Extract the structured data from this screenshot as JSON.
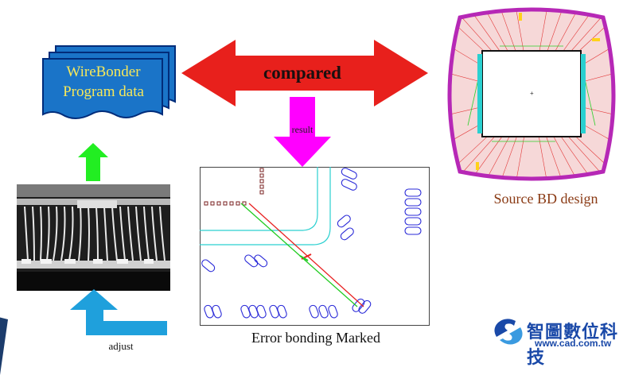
{
  "document": {
    "lines": [
      "WireBonder",
      "Program data"
    ]
  },
  "compare_arrow": {
    "label": "compared"
  },
  "result_arrow": {
    "label": "result"
  },
  "source_design": {
    "caption": "Source BD design"
  },
  "error_panel": {
    "caption": "Error bonding Marked"
  },
  "adjust_arrow": {
    "label": "adjust"
  },
  "brand": {
    "name": "智圖數位科技",
    "url": "www.cad.com.tw"
  },
  "colors": {
    "double_arrow": "#e8201c",
    "doc_fill": "#1a74c8",
    "up_arrow": "#22ee22",
    "result_arrow": "#ff00ff",
    "adjust_arrow": "#1fa0dc",
    "brand": "#1a49a8"
  }
}
